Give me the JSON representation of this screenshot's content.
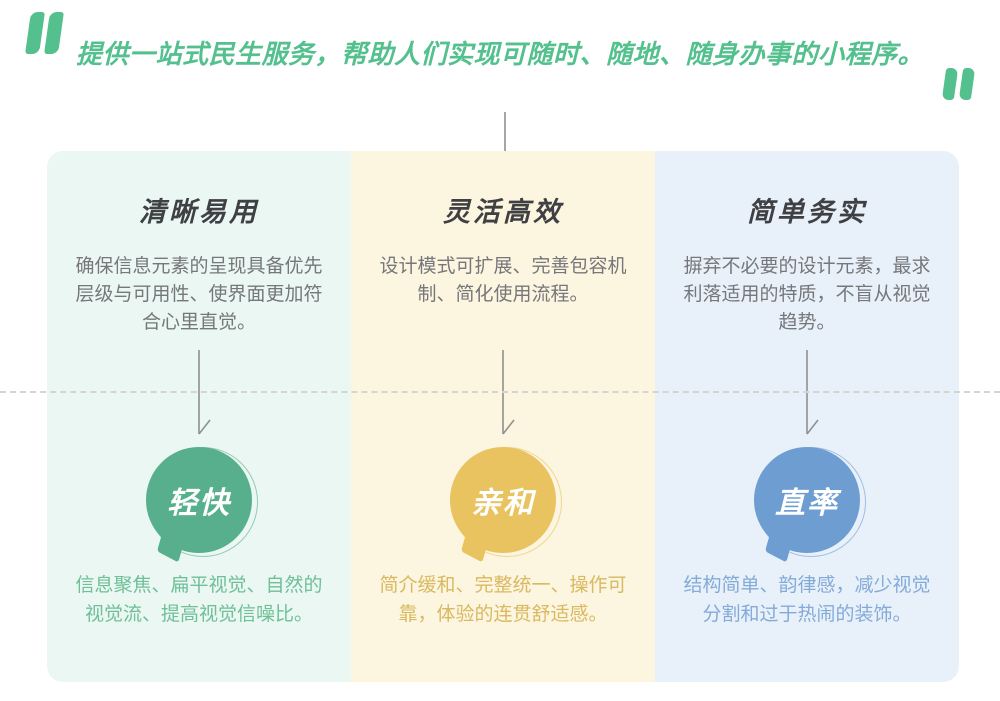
{
  "quote": {
    "text": "提供一站式民生服务，帮助人们实现可随时、随地、随身办事的小程序。",
    "color": "#53C08E"
  },
  "divider": {
    "color": "#D4D4D4"
  },
  "arrow_color": "#909090",
  "text_colors": {
    "title": "#3F4044",
    "description": "#76777B"
  },
  "columns": [
    {
      "title": "清晰易用",
      "description_lines": [
        "确保信息元素的呈现具备优先",
        "层级与可用性、使界面更加符",
        "合心里直觉。"
      ],
      "keyword": "轻快",
      "footnote_lines": [
        "信息聚焦、扁平视觉、自然的",
        "视觉流、提高视觉信噪比。"
      ],
      "background": "#EBF7F2",
      "accent": "#57AF8D",
      "footnote_color": "#6FBF99"
    },
    {
      "title": "灵活高效",
      "description_lines": [
        "设计模式可扩展、完善包容机",
        "制、简化使用流程。"
      ],
      "keyword": "亲和",
      "footnote_lines": [
        "简介缓和、完整统一、操作可",
        "靠，体验的连贯舒适感。"
      ],
      "background": "#FCF5DF",
      "accent": "#E8C35F",
      "footnote_color": "#D9B961"
    },
    {
      "title": "简单务实",
      "description_lines": [
        "摒弃不必要的设计元素，最求",
        "利落适用的特质，不盲从视觉",
        "趋势。"
      ],
      "keyword": "直率",
      "footnote_lines": [
        "结构简单、韵律感，减少视觉",
        "分割和过于热闹的装饰。"
      ],
      "background": "#E8F1FA",
      "accent": "#6E9DD2",
      "footnote_color": "#84AAD8"
    }
  ]
}
